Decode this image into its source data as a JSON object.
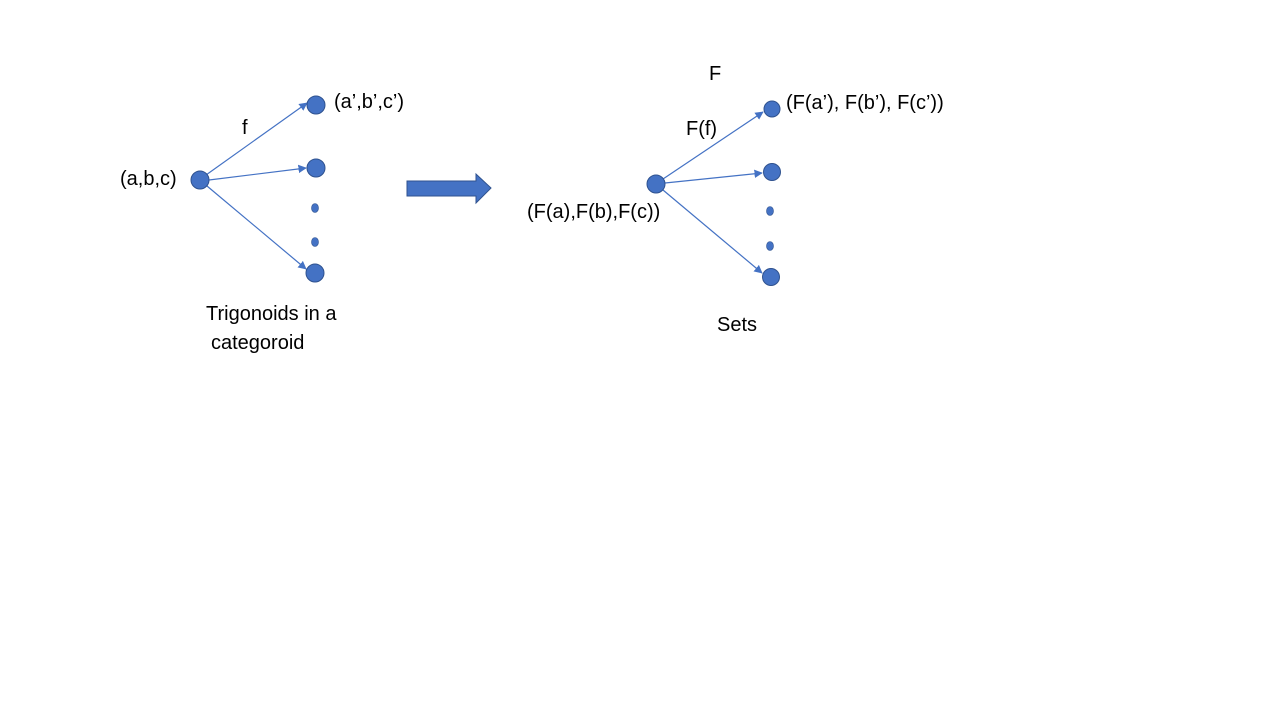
{
  "colors": {
    "node_fill": "#4472C4",
    "node_stroke": "#2F528F",
    "edge": "#4472C4"
  },
  "left": {
    "source_label": "(a,b,c)",
    "morphism_label": "f",
    "target_label": "(a’,b’,c’)",
    "caption_line1": "Trigonoids in a",
    "caption_line2": "categoroid"
  },
  "right": {
    "functor_label": "F",
    "morphism_label": "F(f)",
    "target_label": "(F(a’), F(b’), F(c’))",
    "source_label": "(F(a),F(b),F(c))",
    "caption": "Sets"
  }
}
